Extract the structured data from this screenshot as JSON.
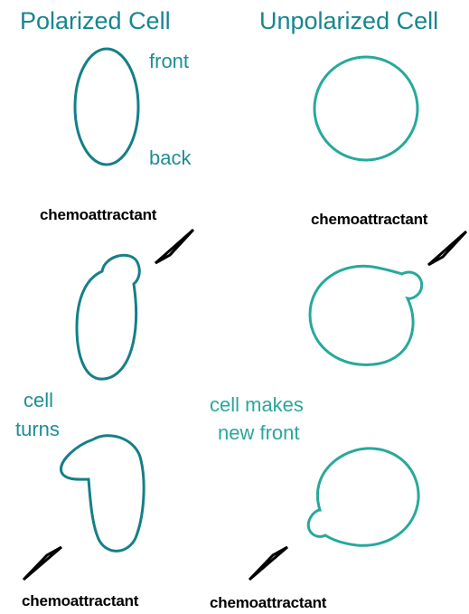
{
  "titles": {
    "polarized": "Polarized Cell",
    "unpolarized": "Unpolarized Cell"
  },
  "labels": {
    "front": "front",
    "back": "back",
    "cell_turns_line1": "cell",
    "cell_turns_line2": "turns",
    "new_front_line1": "cell makes",
    "new_front_line2": "new front",
    "chemo_1": "chemoattractant",
    "chemo_2": "chemoattractant",
    "chemo_3": "chemoattractant",
    "chemo_4": "chemoattractant"
  },
  "colors": {
    "polarized_cell": "#157f88",
    "unpolarized_cell": "#27a99a",
    "title": "#16868f",
    "arrowhead": "#000000"
  }
}
